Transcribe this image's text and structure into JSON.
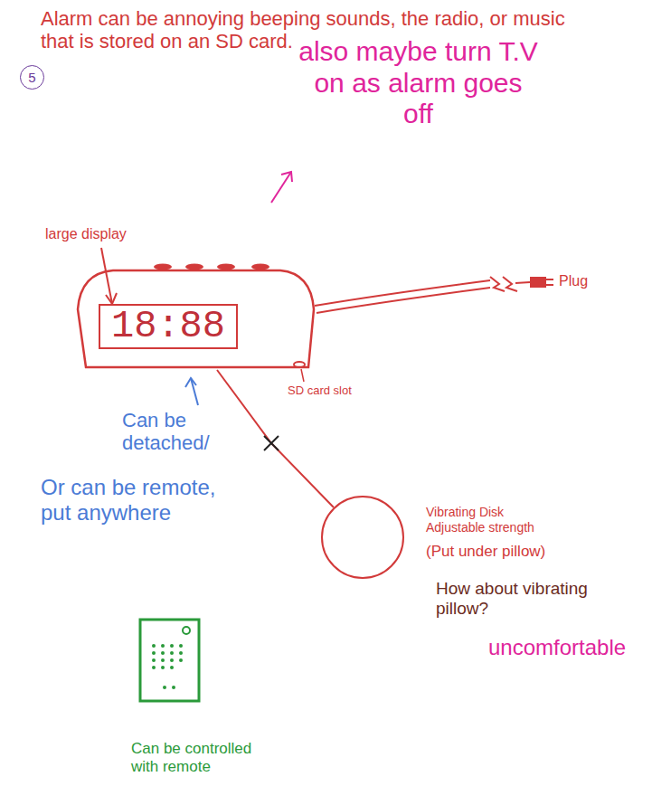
{
  "diagram": {
    "nodes": [
      {
        "text": [
          "5"
        ]
      },
      {
        "text": [
          "18:88"
        ]
      },
      {
        "text": [
          "Vibrating Disk Adjustable strength",
          "(Put under pillow)"
        ]
      }
    ],
    "edges": [
      {
        "from": 1,
        "to": 2,
        "arrow": "none"
      }
    ],
    "labels": [
      "Alarm can be annoying beeping sounds, the radio, or music that is stored on an SD card.",
      "also maybe turn T.V on as alarm goes off",
      "large display",
      "Plug",
      "SD card slot",
      "Can be detached/",
      "Or can be remote, put anywhere",
      "How about vibrating pillow?",
      "uncomfortable",
      "Can be controlled with remote"
    ]
  }
}
